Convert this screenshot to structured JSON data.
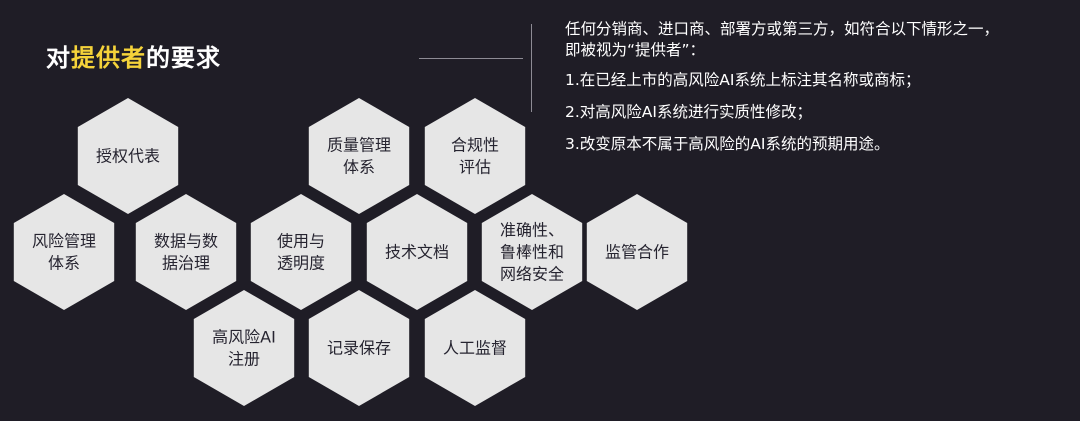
{
  "title": {
    "prefix": "对",
    "highlight": "提供者",
    "suffix": "的要求",
    "highlight_color": "#f5d33a"
  },
  "definition": {
    "intro_lines": [
      "任何分销商、进口商、部署方或第三方，如符合以下情形之一，",
      "即被视为“提供者”："
    ],
    "conditions": [
      "1.在已经上市的高风险AI系统上标注其名称或商标；",
      "2.对高风险AI系统进行实质性修改；",
      "3.改变原本不属于高风险的AI系统的预期用途。"
    ]
  },
  "colors": {
    "background": "#1f1d26",
    "hexagon": "#e6e6e6",
    "hex_text": "#262430",
    "rule": "#8d8b94"
  },
  "requirements": [
    {
      "lines": [
        "授权代表"
      ]
    },
    {
      "lines": [
        "质量管理",
        "体系"
      ]
    },
    {
      "lines": [
        "合规性",
        "评估"
      ]
    },
    {
      "lines": [
        "风险管理",
        "体系"
      ]
    },
    {
      "lines": [
        "数据与数",
        "据治理"
      ]
    },
    {
      "lines": [
        "使用与",
        "透明度"
      ]
    },
    {
      "lines": [
        "技术文档"
      ]
    },
    {
      "lines": [
        "准确性、",
        "鲁棒性和",
        "网络安全"
      ]
    },
    {
      "lines": [
        "监管合作"
      ]
    },
    {
      "lines": [
        "高风险AI",
        "注册"
      ]
    },
    {
      "lines": [
        "记录保存"
      ]
    },
    {
      "lines": [
        "人工监督"
      ]
    }
  ]
}
